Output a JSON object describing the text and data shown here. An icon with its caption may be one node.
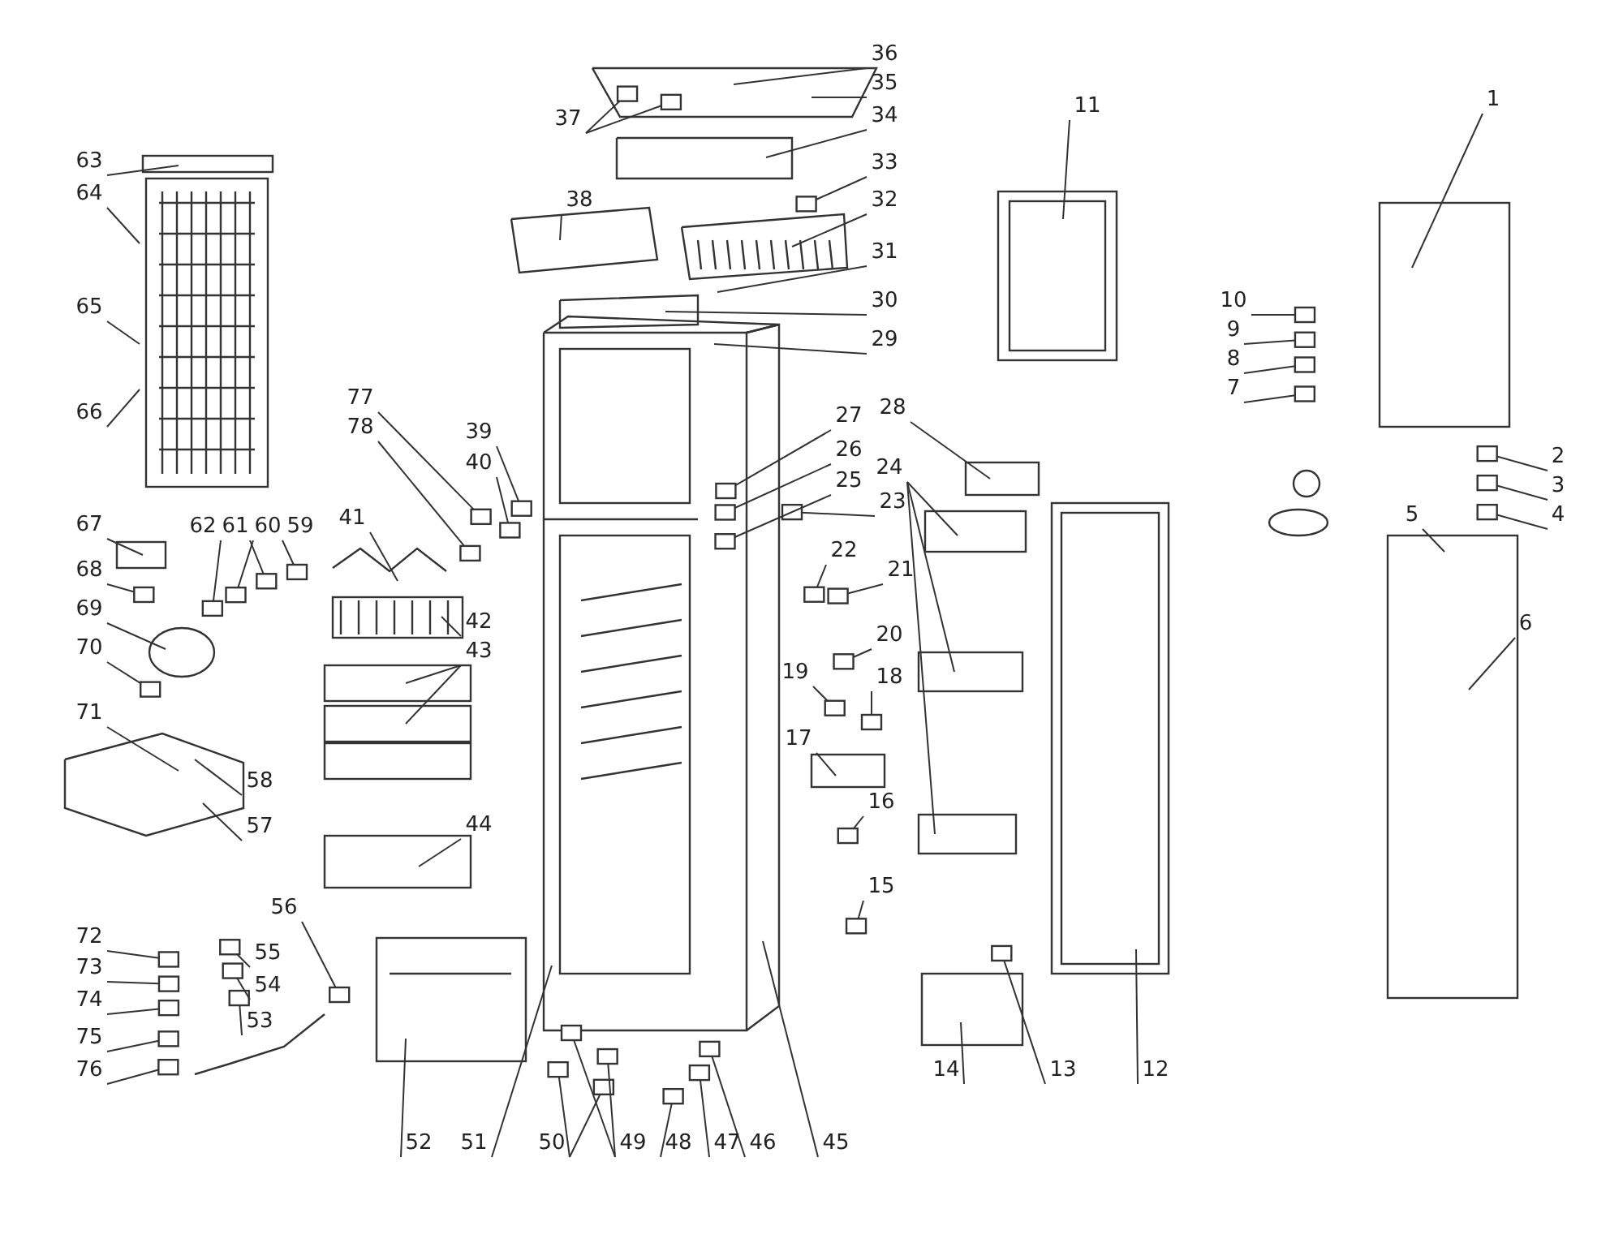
{
  "diagram": {
    "nodes": [
      {
        "text": [
          "1"
        ]
      },
      {
        "text": [
          "2"
        ]
      },
      {
        "text": [
          "3"
        ]
      },
      {
        "text": [
          "4"
        ]
      },
      {
        "text": [
          "5"
        ]
      },
      {
        "text": [
          "6"
        ]
      },
      {
        "text": [
          "7"
        ]
      },
      {
        "text": [
          "8"
        ]
      },
      {
        "text": [
          "9"
        ]
      },
      {
        "text": [
          "10"
        ]
      },
      {
        "text": [
          "11"
        ]
      },
      {
        "text": [
          "12"
        ]
      },
      {
        "text": [
          "13"
        ]
      },
      {
        "text": [
          "14"
        ]
      },
      {
        "text": [
          "15"
        ]
      },
      {
        "text": [
          "16"
        ]
      },
      {
        "text": [
          "17"
        ]
      },
      {
        "text": [
          "18"
        ]
      },
      {
        "text": [
          "19"
        ]
      },
      {
        "text": [
          "20"
        ]
      },
      {
        "text": [
          "21"
        ]
      },
      {
        "text": [
          "22"
        ]
      },
      {
        "text": [
          "23"
        ]
      },
      {
        "text": [
          "24"
        ]
      },
      {
        "text": [
          "25"
        ]
      },
      {
        "text": [
          "26"
        ]
      },
      {
        "text": [
          "27"
        ]
      },
      {
        "text": [
          "28"
        ]
      },
      {
        "text": [
          "29"
        ]
      },
      {
        "text": [
          "30"
        ]
      },
      {
        "text": [
          "31"
        ]
      },
      {
        "text": [
          "32"
        ]
      },
      {
        "text": [
          "33"
        ]
      },
      {
        "text": [
          "34"
        ]
      },
      {
        "text": [
          "35"
        ]
      },
      {
        "text": [
          "36"
        ]
      },
      {
        "text": [
          "37"
        ]
      },
      {
        "text": [
          "38"
        ]
      },
      {
        "text": [
          "39"
        ]
      },
      {
        "text": [
          "40"
        ]
      },
      {
        "text": [
          "41"
        ]
      },
      {
        "text": [
          "42"
        ]
      },
      {
        "text": [
          "43"
        ]
      },
      {
        "text": [
          "44"
        ]
      },
      {
        "text": [
          "45"
        ]
      },
      {
        "text": [
          "46"
        ]
      },
      {
        "text": [
          "47"
        ]
      },
      {
        "text": [
          "48"
        ]
      },
      {
        "text": [
          "49"
        ]
      },
      {
        "text": [
          "50"
        ]
      },
      {
        "text": [
          "51"
        ]
      },
      {
        "text": [
          "52"
        ]
      },
      {
        "text": [
          "53"
        ]
      },
      {
        "text": [
          "54"
        ]
      },
      {
        "text": [
          "55"
        ]
      },
      {
        "text": [
          "56"
        ]
      },
      {
        "text": [
          "57"
        ]
      },
      {
        "text": [
          "58"
        ]
      },
      {
        "text": [
          "59"
        ]
      },
      {
        "text": [
          "60"
        ]
      },
      {
        "text": [
          "61"
        ]
      },
      {
        "text": [
          "62"
        ]
      },
      {
        "text": [
          "63"
        ]
      },
      {
        "text": [
          "64"
        ]
      },
      {
        "text": [
          "65"
        ]
      },
      {
        "text": [
          "66"
        ]
      },
      {
        "text": [
          "67"
        ]
      },
      {
        "text": [
          "68"
        ]
      },
      {
        "text": [
          "69"
        ]
      },
      {
        "text": [
          "70"
        ]
      },
      {
        "text": [
          "71"
        ]
      },
      {
        "text": [
          "72"
        ]
      },
      {
        "text": [
          "73"
        ]
      },
      {
        "text": [
          "74"
        ]
      },
      {
        "text": [
          "75"
        ]
      },
      {
        "text": [
          "76"
        ]
      },
      {
        "text": [
          "77"
        ]
      },
      {
        "text": [
          "78"
        ]
      },
      {
        "text": [],
        "shape": "box"
      },
      {
        "text": [],
        "shape": "box"
      },
      {
        "text": [],
        "shape": "box"
      },
      {
        "text": [],
        "shape": "box"
      },
      {
        "text": [],
        "shape": "box"
      },
      {
        "text": [],
        "shape": "box"
      },
      {
        "text": [],
        "shape": "box"
      },
      {
        "text": [],
        "shape": "box"
      },
      {
        "text": [],
        "shape": "box"
      },
      {
        "text": [],
        "shape": "box"
      },
      {
        "text": [],
        "shape": "box"
      },
      {
        "text": [],
        "shape": "box"
      },
      {
        "text": [],
        "shape": "box"
      },
      {
        "text": [],
        "shape": "box"
      },
      {
        "text": [],
        "shape": "box"
      },
      {
        "text": [],
        "shape": "box"
      },
      {
        "text": [],
        "shape": "box"
      },
      {
        "text": [],
        "shape": "box"
      },
      {
        "text": [],
        "shape": "box"
      },
      {
        "text": [],
        "shape": "box"
      },
      {
        "text": [],
        "shape": "box"
      },
      {
        "text": [],
        "shape": "box"
      },
      {
        "text": [],
        "shape": "box"
      },
      {
        "text": [],
        "shape": "box"
      },
      {
        "text": [],
        "shape": "box"
      },
      {
        "text": [],
        "shape": "box"
      },
      {
        "text": [],
        "shape": "box"
      },
      {
        "text": [],
        "shape": "box"
      },
      {
        "text": [],
        "shape": "box"
      },
      {
        "text": [],
        "shape": "box"
      },
      {
        "text": [],
        "shape": "box"
      },
      {
        "text": [],
        "shape": "box"
      },
      {
        "text": [],
        "shape": "box"
      },
      {
        "text": [],
        "shape": "box"
      },
      {
        "text": [],
        "shape": "box"
      },
      {
        "text": [],
        "shape": "box"
      },
      {
        "text": [],
        "shape": "box"
      },
      {
        "text": [],
        "shape": "box"
      },
      {
        "text": [],
        "shape": "box"
      },
      {
        "text": [],
        "shape": "box"
      },
      {
        "text": [],
        "shape": "box"
      },
      {
        "text": [],
        "shape": "box"
      },
      {
        "text": [],
        "shape": "box"
      },
      {
        "text": [],
        "shape": "box"
      },
      {
        "text": [],
        "shape": "box"
      },
      {
        "text": [],
        "shape": "box"
      },
      {
        "text": [],
        "shape": "box"
      },
      {
        "text": [],
        "shape": "box"
      }
    ],
    "edges": [
      {
        "from": 0,
        "to": null,
        "arrow": "none"
      },
      {
        "from": 1,
        "to": 78,
        "arrow": "none"
      },
      {
        "from": 2,
        "to": 79,
        "arrow": "none"
      },
      {
        "from": 3,
        "to": 80,
        "arrow": "none"
      },
      {
        "from": 4,
        "to": null,
        "arrow": "none"
      },
      {
        "from": 5,
        "to": null,
        "arrow": "none"
      },
      {
        "from": 6,
        "to": 81,
        "arrow": "none"
      },
      {
        "from": 7,
        "to": 82,
        "arrow": "none"
      },
      {
        "from": 8,
        "to": 83,
        "arrow": "none"
      },
      {
        "from": 9,
        "to": 84,
        "arrow": "none"
      },
      {
        "from": 10,
        "to": null,
        "arrow": "none"
      },
      {
        "from": 11,
        "to": null,
        "arrow": "none"
      },
      {
        "from": 12,
        "to": 85,
        "arrow": "none"
      },
      {
        "from": 13,
        "to": null,
        "arrow": "none"
      },
      {
        "from": 14,
        "to": 86,
        "arrow": "none"
      },
      {
        "from": 15,
        "to": 87,
        "arrow": "none"
      },
      {
        "from": 16,
        "to": null,
        "arrow": "none"
      },
      {
        "from": 17,
        "to": 88,
        "arrow": "none"
      },
      {
        "from": 18,
        "to": 89,
        "arrow": "none"
      },
      {
        "from": 19,
        "to": 90,
        "arrow": "none"
      },
      {
        "from": 20,
        "to": 91,
        "arrow": "none"
      },
      {
        "from": 21,
        "to": 92,
        "arrow": "none"
      },
      {
        "from": 22,
        "to": 93,
        "arrow": "none"
      },
      {
        "from": 23,
        "to": null,
        "arrow": "none"
      },
      {
        "from": 23,
        "to": null,
        "arrow": "none"
      },
      {
        "from": 23,
        "to": null,
        "arrow": "none"
      },
      {
        "from": 24,
        "to": 94,
        "arrow": "none"
      },
      {
        "from": 25,
        "to": 95,
        "arrow": "none"
      },
      {
        "from": 26,
        "to": 96,
        "arrow": "none"
      },
      {
        "from": 27,
        "to": null,
        "arrow": "none"
      },
      {
        "from": 28,
        "to": null,
        "arrow": "none"
      },
      {
        "from": 29,
        "to": null,
        "arrow": "none"
      },
      {
        "from": 30,
        "to": null,
        "arrow": "none"
      },
      {
        "from": 31,
        "to": null,
        "arrow": "none"
      },
      {
        "from": 32,
        "to": 97,
        "arrow": "none"
      },
      {
        "from": 33,
        "to": null,
        "arrow": "none"
      },
      {
        "from": 34,
        "to": null,
        "arrow": "none"
      },
      {
        "from": 35,
        "to": null,
        "arrow": "none"
      },
      {
        "from": 36,
        "to": 98,
        "arrow": "none"
      },
      {
        "from": 36,
        "to": 99,
        "arrow": "none"
      },
      {
        "from": 37,
        "to": null,
        "arrow": "none"
      },
      {
        "from": 38,
        "to": 100,
        "arrow": "none"
      },
      {
        "from": 39,
        "to": 101,
        "arrow": "none"
      },
      {
        "from": 40,
        "to": null,
        "arrow": "none"
      },
      {
        "from": 41,
        "to": null,
        "arrow": "none"
      },
      {
        "from": 42,
        "to": null,
        "arrow": "none"
      },
      {
        "from": 42,
        "to": null,
        "arrow": "none"
      },
      {
        "from": 43,
        "to": null,
        "arrow": "none"
      },
      {
        "from": 44,
        "to": null,
        "arrow": "none"
      },
      {
        "from": 45,
        "to": 102,
        "arrow": "none"
      },
      {
        "from": 46,
        "to": 103,
        "arrow": "none"
      },
      {
        "from": 47,
        "to": 104,
        "arrow": "none"
      },
      {
        "from": 48,
        "to": 105,
        "arrow": "none"
      },
      {
        "from": 48,
        "to": 106,
        "arrow": "none"
      },
      {
        "from": 49,
        "to": 107,
        "arrow": "none"
      },
      {
        "from": 49,
        "to": 108,
        "arrow": "none"
      },
      {
        "from": 50,
        "to": null,
        "arrow": "none"
      },
      {
        "from": 51,
        "to": null,
        "arrow": "none"
      },
      {
        "from": 52,
        "to": 109,
        "arrow": "none"
      },
      {
        "from": 53,
        "to": 110,
        "arrow": "none"
      },
      {
        "from": 54,
        "to": 111,
        "arrow": "none"
      },
      {
        "from": 55,
        "to": 112,
        "arrow": "none"
      },
      {
        "from": 56,
        "to": null,
        "arrow": "none"
      },
      {
        "from": 57,
        "to": null,
        "arrow": "none"
      },
      {
        "from": 58,
        "to": 113,
        "arrow": "none"
      },
      {
        "from": 59,
        "to": 114,
        "arrow": "none"
      },
      {
        "from": 60,
        "to": 115,
        "arrow": "none"
      },
      {
        "from": 61,
        "to": 116,
        "arrow": "none"
      },
      {
        "from": 62,
        "to": null,
        "arrow": "none"
      },
      {
        "from": 63,
        "to": null,
        "arrow": "none"
      },
      {
        "from": 64,
        "to": null,
        "arrow": "none"
      },
      {
        "from": 65,
        "to": null,
        "arrow": "none"
      },
      {
        "from": 66,
        "to": null,
        "arrow": "none"
      },
      {
        "from": 67,
        "to": 117,
        "arrow": "none"
      },
      {
        "from": 68,
        "to": null,
        "arrow": "none"
      },
      {
        "from": 69,
        "to": 118,
        "arrow": "none"
      },
      {
        "from": 70,
        "to": null,
        "arrow": "none"
      },
      {
        "from": 71,
        "to": 119,
        "arrow": "none"
      },
      {
        "from": 72,
        "to": 120,
        "arrow": "none"
      },
      {
        "from": 73,
        "to": 121,
        "arrow": "none"
      },
      {
        "from": 74,
        "to": 122,
        "arrow": "none"
      },
      {
        "from": 75,
        "to": 123,
        "arrow": "none"
      },
      {
        "from": 76,
        "to": 124,
        "arrow": "none"
      },
      {
        "from": 77,
        "to": 125,
        "arrow": "none"
      }
    ]
  }
}
